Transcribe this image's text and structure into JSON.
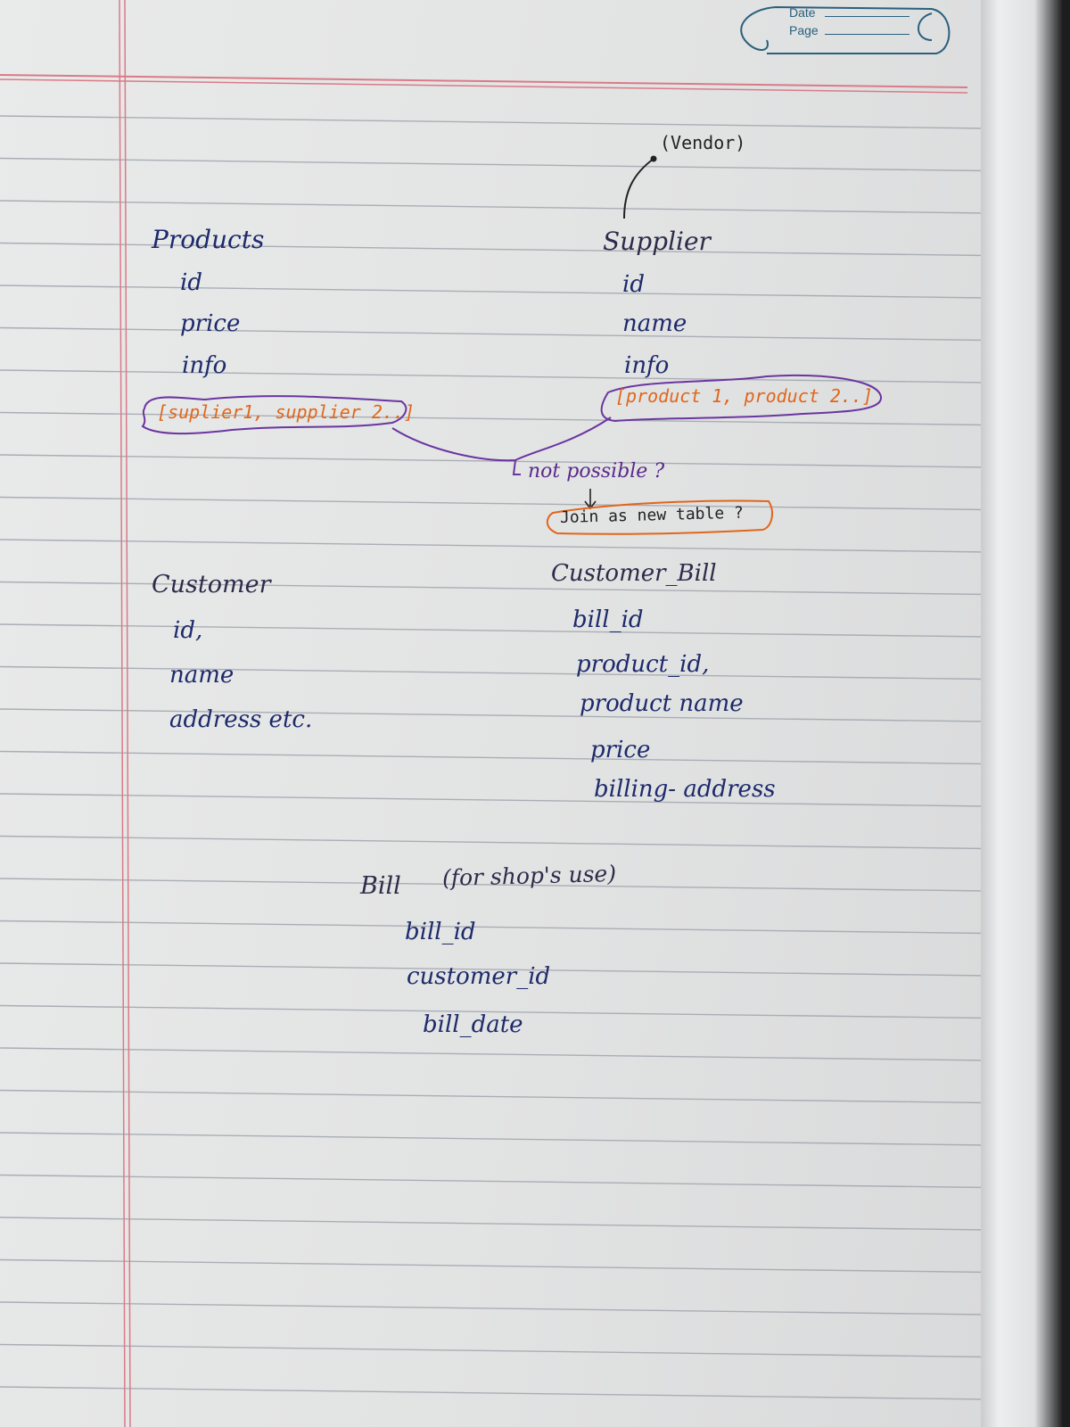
{
  "header_stamp": {
    "date_label": "Date",
    "page_label": "Page"
  },
  "products": {
    "title": "Products",
    "fields": [
      "id",
      "price",
      "info"
    ],
    "note": "[suplier1, supplier 2..]"
  },
  "supplier": {
    "annotation": "(Vendor)",
    "title": "Supplier",
    "fields": [
      "id",
      "name",
      "info"
    ],
    "note": "[product 1, product 2..]"
  },
  "link_note": {
    "question": "not possible ?",
    "suggestion": "Join as new table ?"
  },
  "customer": {
    "title": "Customer",
    "fields": [
      "id,",
      "name",
      "address etc."
    ]
  },
  "customer_bill": {
    "title": "Customer_Bill",
    "fields": [
      "bill_id",
      "product_id,",
      "product name",
      "price",
      "billing- address"
    ]
  },
  "bill": {
    "title": "Bill",
    "subtitle": "(for shop's use)",
    "fields": [
      "bill_id",
      "customer_id",
      "bill_date"
    ]
  },
  "colors": {
    "ink_blue": "#1d2a6b",
    "ink_purple": "#5a2a8c",
    "ink_orange": "#e0661b",
    "margin_red": "#d97b88",
    "rule_line": "#a9aeb4"
  }
}
